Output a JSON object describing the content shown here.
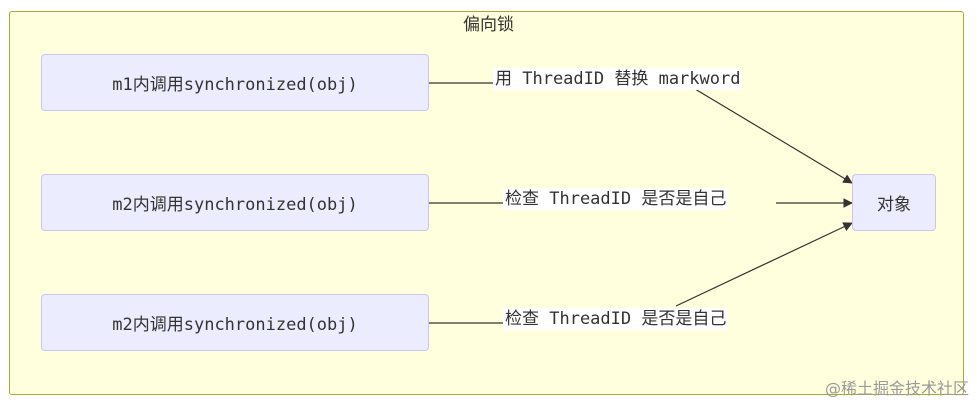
{
  "cluster": {
    "title": "偏向锁"
  },
  "nodes": {
    "m1_call": "m1内调用synchronized(obj)",
    "m2_call_a": "m2内调用synchronized(obj)",
    "m2_call_b": "m2内调用synchronized(obj)",
    "object": "对象"
  },
  "edges": [
    {
      "from": "m1_call",
      "to": "object",
      "label": "用 ThreadID 替换 markword"
    },
    {
      "from": "m2_call_a",
      "to": "object",
      "label": "检查 ThreadID 是否是自己"
    },
    {
      "from": "m2_call_b",
      "to": "object",
      "label": "检查 ThreadID 是否是自己"
    }
  ],
  "watermark": "@稀土掘金技术社区"
}
